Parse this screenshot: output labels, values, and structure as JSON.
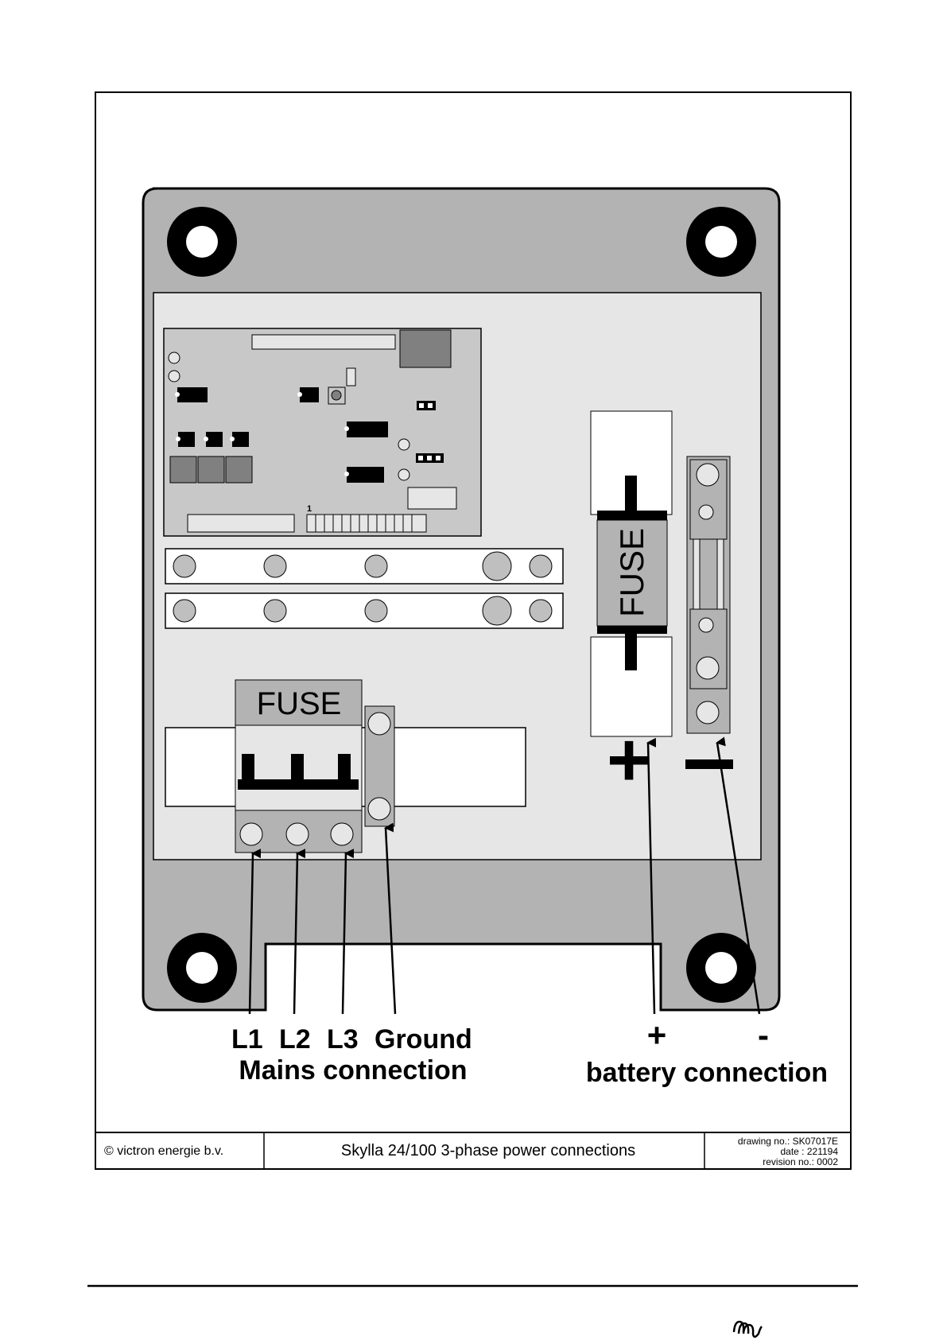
{
  "diagram": {
    "mains_fuse_label": "FUSE",
    "battery_fuse_label": "FUSE",
    "pcb_connector_number": "1",
    "battery_plus_symbol": "+",
    "battery_minus_symbol": "-",
    "labels": {
      "l1": "L1",
      "l2": "L2",
      "l3": "L3",
      "ground": "Ground",
      "mains_connection": "Mains connection",
      "plus": "+",
      "minus": "-",
      "battery_connection": "battery connection"
    }
  },
  "title_block": {
    "copyright": "© victron energie b.v.",
    "title": "Skylla 24/100 3-phase power connections",
    "drawing_no": "drawing no.: SK07017E",
    "date": "date : 221194",
    "revision": "revision no.: 0002"
  },
  "colors": {
    "enclosure": "#b3b3b3",
    "panel": "#e6e6e6",
    "pcb": "#c8c8c8",
    "dark_component": "#808080",
    "terminal": "#bfbfbf",
    "ink": "#000000"
  }
}
